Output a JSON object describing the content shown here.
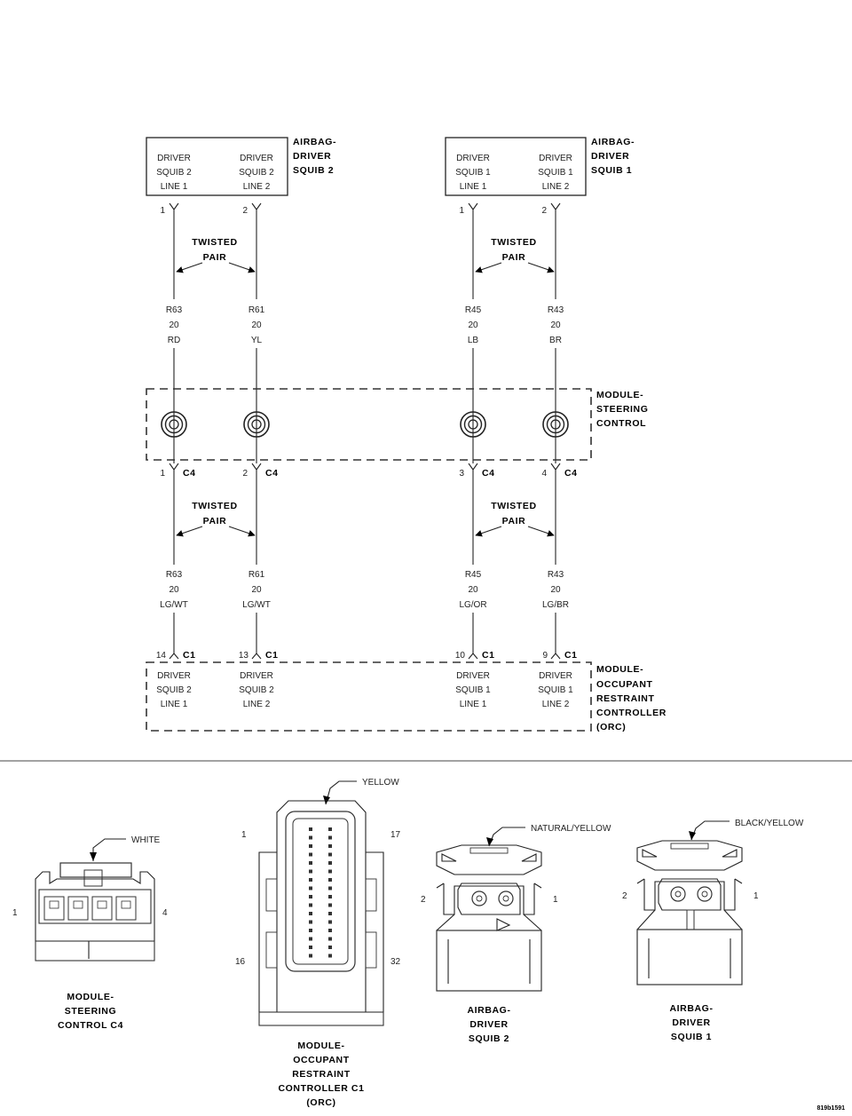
{
  "components": {
    "squib2": {
      "title": [
        "AIRBAG-",
        "DRIVER",
        "SQUIB 2"
      ],
      "pins": [
        [
          "DRIVER",
          "SQUIB 2",
          "LINE 1"
        ],
        [
          "DRIVER",
          "SQUIB 2",
          "LINE 2"
        ]
      ]
    },
    "squib1": {
      "title": [
        "AIRBAG-",
        "DRIVER",
        "SQUIB 1"
      ],
      "pins": [
        [
          "DRIVER",
          "SQUIB 1",
          "LINE 1"
        ],
        [
          "DRIVER",
          "SQUIB 1",
          "LINE 2"
        ]
      ]
    },
    "steering": {
      "title": [
        "MODULE-",
        "STEERING",
        "CONTROL"
      ]
    },
    "orc": {
      "title": [
        "MODULE-",
        "OCCUPANT",
        "RESTRAINT",
        "CONTROLLER",
        "(ORC)"
      ],
      "pins": [
        [
          "DRIVER",
          "SQUIB 2",
          "LINE 1"
        ],
        [
          "DRIVER",
          "SQUIB 2",
          "LINE 2"
        ],
        [
          "DRIVER",
          "SQUIB 1",
          "LINE 1"
        ],
        [
          "DRIVER",
          "SQUIB 1",
          "LINE 2"
        ]
      ]
    }
  },
  "twisted_pair": [
    "TWISTED",
    "PAIR"
  ],
  "top_pins": [
    "1",
    "2",
    "1",
    "2"
  ],
  "upper_wires": [
    [
      "R63",
      "20",
      "RD"
    ],
    [
      "R61",
      "20",
      "YL"
    ],
    [
      "R45",
      "20",
      "LB"
    ],
    [
      "R43",
      "20",
      "BR"
    ]
  ],
  "c4_pins": [
    "1",
    "2",
    "3",
    "4"
  ],
  "c4_label": "C4",
  "lower_wires": [
    [
      "R63",
      "20",
      "LG/WT"
    ],
    [
      "R61",
      "20",
      "LG/WT"
    ],
    [
      "R45",
      "20",
      "LG/OR"
    ],
    [
      "R43",
      "20",
      "LG/BR"
    ]
  ],
  "c1_pins": [
    "14",
    "13",
    "10",
    "9"
  ],
  "c1_label": "C1",
  "connector_views": {
    "steering_c4": {
      "color": "WHITE",
      "pin_left": "1",
      "pin_right": "4",
      "caption": [
        "MODULE-",
        "STEERING",
        "CONTROL C4"
      ]
    },
    "orc_c1": {
      "color": "YELLOW",
      "pins": [
        "1",
        "17",
        "16",
        "32"
      ],
      "caption": [
        "MODULE-",
        "OCCUPANT",
        "RESTRAINT",
        "CONTROLLER C1",
        "(ORC)"
      ]
    },
    "squib2": {
      "color": "NATURAL/YELLOW",
      "pin_left": "2",
      "pin_right": "1",
      "caption": [
        "AIRBAG-",
        "DRIVER",
        "SQUIB 2"
      ]
    },
    "squib1": {
      "color": "BLACK/YELLOW",
      "pin_left": "2",
      "pin_right": "1",
      "caption": [
        "AIRBAG-",
        "DRIVER",
        "SQUIB 1"
      ]
    }
  },
  "figure_id": "819b1591"
}
